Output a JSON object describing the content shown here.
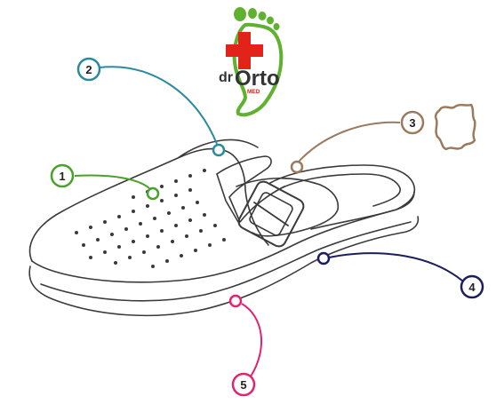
{
  "logo": {
    "text_dr": "dr",
    "text_orto": "Orto",
    "text_med": "MED",
    "colors": {
      "green": "#5fb12f",
      "cross": "#e2231a",
      "text": "#333333",
      "med": "#e2231a"
    }
  },
  "product": {
    "name": "clog-sandal-with-buckle-strap",
    "outline_color": "#3a3a3a"
  },
  "callouts": [
    {
      "id": "1",
      "number": "1",
      "color": "#4aa128",
      "points_to": "perforated-upper"
    },
    {
      "id": "2",
      "number": "2",
      "color": "#2a8aa0",
      "points_to": "heel-strap"
    },
    {
      "id": "3",
      "number": "3",
      "color": "#9b7a5d",
      "points_to": "leather-insole",
      "icon": "leather-hide-icon"
    },
    {
      "id": "4",
      "number": "4",
      "color": "#1c1d5e",
      "points_to": "sole-layer"
    },
    {
      "id": "5",
      "number": "5",
      "color": "#e2246e",
      "points_to": "outsole"
    }
  ]
}
